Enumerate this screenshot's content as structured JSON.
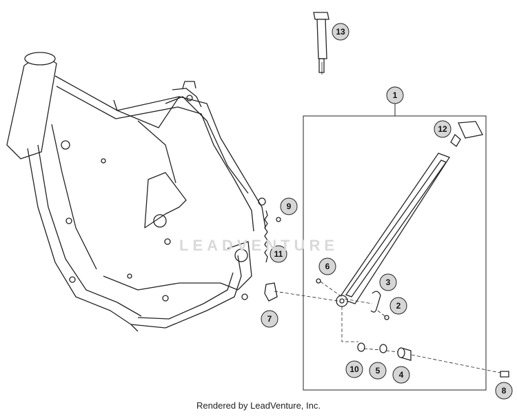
{
  "diagram": {
    "callouts": [
      {
        "id": "c1",
        "label": "1"
      },
      {
        "id": "c2",
        "label": "2"
      },
      {
        "id": "c3",
        "label": "3"
      },
      {
        "id": "c4",
        "label": "4"
      },
      {
        "id": "c5",
        "label": "5"
      },
      {
        "id": "c6",
        "label": "6"
      },
      {
        "id": "c7",
        "label": "7"
      },
      {
        "id": "c8",
        "label": "8"
      },
      {
        "id": "c9",
        "label": "9"
      },
      {
        "id": "c10",
        "label": "10"
      },
      {
        "id": "c11",
        "label": "11"
      },
      {
        "id": "c12",
        "label": "12"
      },
      {
        "id": "c13",
        "label": "13"
      }
    ]
  },
  "watermark": {
    "text": "LEADVENTURE"
  },
  "footer": {
    "text": "Rendered by LeadVenture, Inc."
  },
  "colors": {
    "line": "#222222",
    "callout_fill": "#d6d6d6",
    "background": "#ffffff"
  }
}
